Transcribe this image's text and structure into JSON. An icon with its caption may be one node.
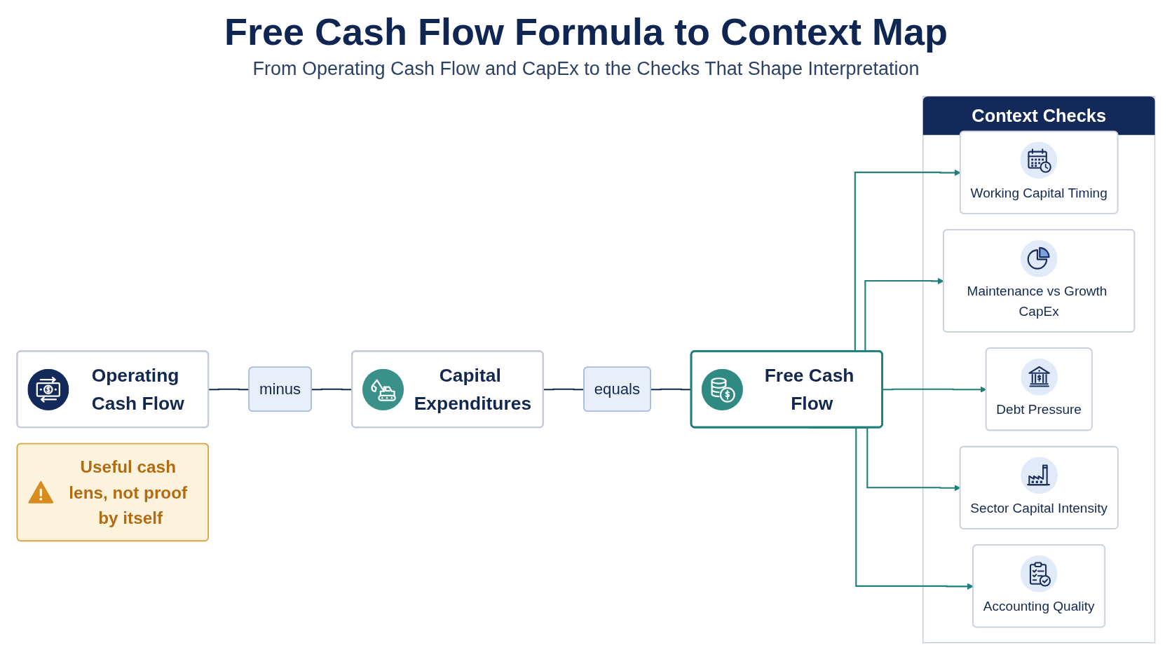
{
  "diagram": {
    "title": "Free Cash Flow Formula to Context Map",
    "nodes": [
      {
        "text": [
          "Operating Cash Flow"
        ]
      },
      {
        "text": [
          "minus"
        ]
      },
      {
        "text": [
          "Capital Expenditures"
        ]
      },
      {
        "text": [
          "equals"
        ]
      },
      {
        "text": [
          "Free Cash Flow"
        ]
      },
      {
        "text": [
          "Context Checks"
        ]
      },
      {
        "text": [
          "Working Capital Timing"
        ],
        "in": 5
      },
      {
        "text": [
          "Maintenance vs Growth CapEx"
        ],
        "in": 5
      },
      {
        "text": [
          "Debt Pressure"
        ],
        "in": 5
      },
      {
        "text": [
          "Sector Capital Intensity"
        ],
        "in": 5
      },
      {
        "text": [
          "Accounting Quality"
        ],
        "in": 5
      },
      {
        "text": [
          "Useful cash lens, not proof by itself"
        ]
      }
    ],
    "edges": [
      {
        "from": 0,
        "to": 1,
        "arrow": "none",
        "color": "#13284f"
      },
      {
        "from": 1,
        "to": 2,
        "arrow": "none",
        "color": "#13284f"
      },
      {
        "from": 2,
        "to": 3,
        "arrow": "none",
        "color": "#13284f"
      },
      {
        "from": 3,
        "to": 4,
        "arrow": "none",
        "color": "#13284f"
      },
      {
        "from": 4,
        "to": 6,
        "arrow": "to"
      },
      {
        "from": 4,
        "to": 7,
        "arrow": "to"
      },
      {
        "from": 4,
        "to": 8,
        "arrow": "to"
      },
      {
        "from": 4,
        "to": 9,
        "arrow": "to"
      },
      {
        "from": 4,
        "to": 10,
        "arrow": "to"
      }
    ],
    "labels": [
      "From Operating Cash Flow and CapEx to the Checks That Shape Interpretation"
    ]
  }
}
